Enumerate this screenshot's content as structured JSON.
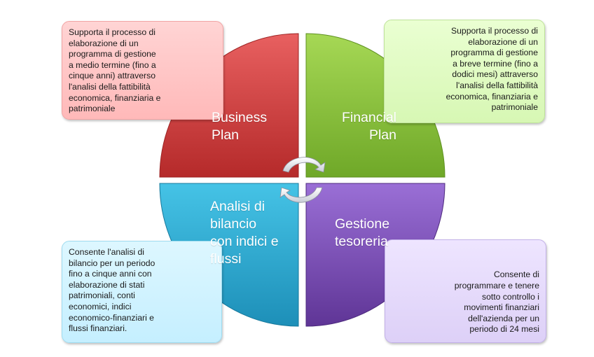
{
  "quadrants": {
    "top_left": {
      "label": "Business\nPlan",
      "color": "#c93a3a"
    },
    "top_right": {
      "label": "Financial\nPlan",
      "color": "#8dc43a"
    },
    "bottom_left": {
      "label": "Analisi di\nbilancio\ncon indici e\nflussi",
      "color": "#27a9cf"
    },
    "bottom_right": {
      "label": "Gestione\ntesoreria",
      "color": "#7a4fb8"
    }
  },
  "notes": {
    "top_left": "Supporta il processo di\nelaborazione di un\nprogramma di gestione\na medio termine (fino a\ncinque anni) attraverso\nl'analisi della fattibilità\neconomica, finanziaria e\npatrimoniale",
    "top_right": "Supporta il processo di\nelaborazione di un\nprogramma di gestione\na breve termine (fino a\ndodici mesi)  attraverso\nl'analisi della fattibilità\neconomica, finanziaria e\npatrimoniale",
    "bottom_left": "Consente l'analisi di\nbilancio per un periodo\nfino a cinque anni con\nelaborazione di stati\npatrimoniali, conti\neconomici, indici\neconomico-finanziari e\nflussi finanziari.",
    "bottom_right": "Consente di\nprogrammare e tenere\nsotto controllo i\nmovimenti finanziari\ndell'azienda per un\nperiodo di 24 mesi"
  }
}
